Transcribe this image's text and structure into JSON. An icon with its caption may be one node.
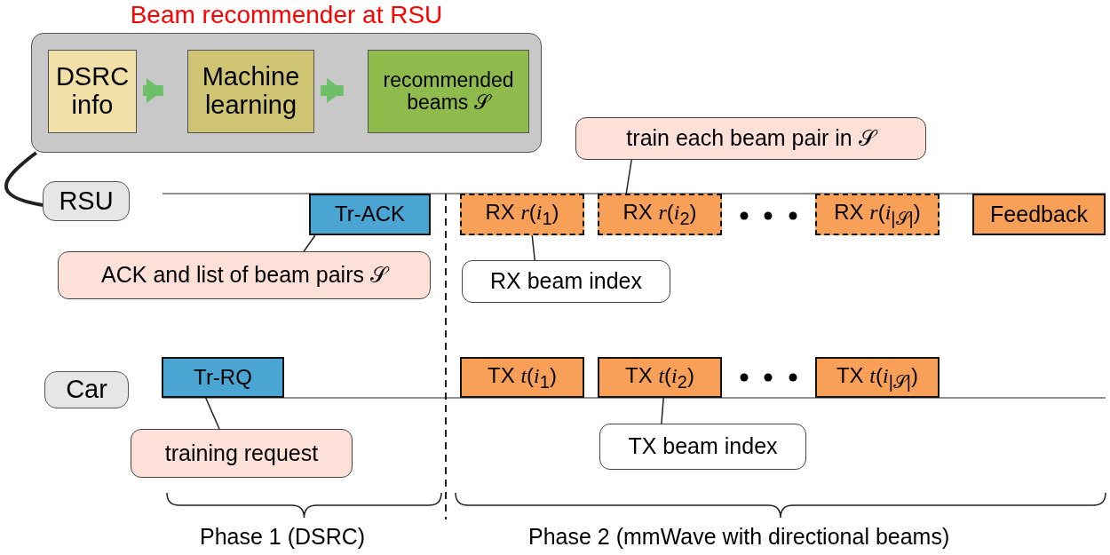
{
  "diagram": {
    "nodes": [
      {
        "text": [
          "Beam recommender at RSU"
        ]
      },
      {
        "text": [
          "DSRC info"
        ],
        "in": 0
      },
      {
        "text": [
          "Machine learning"
        ],
        "in": 0
      },
      {
        "text": [
          "recommended beams 𝒮"
        ],
        "in": 0
      },
      {
        "text": [
          "RSU"
        ]
      },
      {
        "text": [
          "Tr-ACK"
        ]
      },
      {
        "text": [
          "RX *r*(*i*$_{1}$)"
        ]
      },
      {
        "text": [
          "RX *r*(*i*$_{2}$)"
        ]
      },
      {
        "text": [
          "RX *r*(*i*$_{|𝒮|}$)"
        ]
      },
      {
        "text": [
          "Feedback"
        ]
      },
      {
        "text": [
          "train each beam pair in 𝒮"
        ]
      },
      {
        "text": [
          "ACK and list of beam pairs 𝒮"
        ]
      },
      {
        "text": [
          "RX beam index"
        ]
      },
      {
        "text": [
          "Car"
        ]
      },
      {
        "text": [
          "Tr-RQ"
        ]
      },
      {
        "text": [
          "TX *t*(*i*$_{1}$)"
        ]
      },
      {
        "text": [
          "TX *t*(*i*$_{2}$)"
        ]
      },
      {
        "text": [
          "TX *t*(*i*$_{|𝒮|}$)"
        ]
      },
      {
        "text": [
          "training request"
        ]
      },
      {
        "text": [
          "TX beam index"
        ]
      }
    ],
    "edges": [
      {
        "from": 0,
        "to": 4,
        "arrow": "none",
        "style": "thick"
      },
      {
        "from": 1,
        "to": 2,
        "arrow": "to",
        "style": "thick",
        "color": "#6cbf66"
      },
      {
        "from": 2,
        "to": 3,
        "arrow": "to",
        "style": "thick",
        "color": "#6cbf66"
      },
      {
        "from": 10,
        "to": 7,
        "arrow": "none"
      },
      {
        "from": 11,
        "to": 5,
        "arrow": "none"
      },
      {
        "from": 12,
        "to": 6,
        "arrow": "none"
      },
      {
        "from": 18,
        "to": 14,
        "arrow": "none"
      },
      {
        "from": 19,
        "to": 16,
        "arrow": "none"
      }
    ],
    "labels": [
      "Phase 1 (DSRC)",
      "Phase 2 (mmWave with directional beams)"
    ]
  }
}
